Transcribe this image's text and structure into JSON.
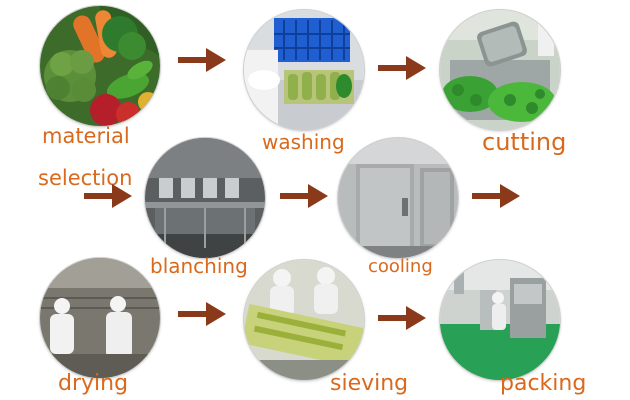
{
  "steps": [
    {
      "id": "material-selection",
      "label_line1": "material",
      "label_line2": "selection"
    },
    {
      "id": "washing",
      "label": "washing"
    },
    {
      "id": "cutting",
      "label": "cutting"
    },
    {
      "id": "blanching",
      "label": "blanching"
    },
    {
      "id": "cooling",
      "label": "cooling"
    },
    {
      "id": "drying",
      "label": "drying"
    },
    {
      "id": "sieving",
      "label": "sieving"
    },
    {
      "id": "packing",
      "label": "packing"
    }
  ],
  "colors": {
    "label": "#d9691c",
    "arrow": "#8a3a1a"
  },
  "icons": {
    "arrow": "right-arrow-icon"
  }
}
